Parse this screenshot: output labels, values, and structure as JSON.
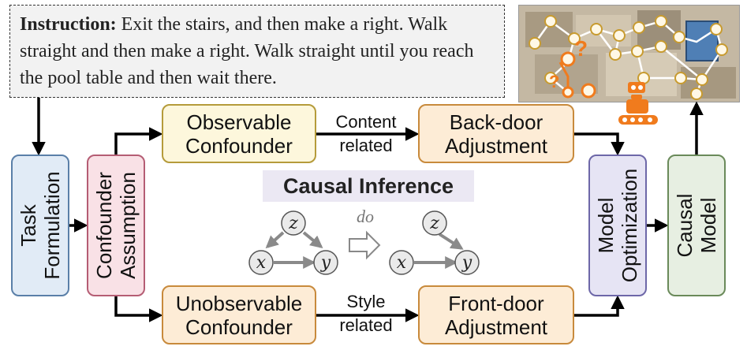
{
  "instruction": {
    "label": "Instruction:",
    "text": "Exit the stairs, and then make a right. Walk straight and then make a right. Walk straight until you reach the pool table and then wait there."
  },
  "boxes": {
    "observable": [
      "Observable",
      "Confounder"
    ],
    "back_door": [
      "Back-door",
      "Adjustment"
    ],
    "unobservable": [
      "Unobservable",
      "Confounder"
    ],
    "front_door": [
      "Front-door",
      "Adjustment"
    ],
    "task": [
      "Task",
      "Formulation"
    ],
    "confounder": [
      "Confounder",
      "Assumption"
    ],
    "optimization": [
      "Model",
      "Optimization"
    ],
    "causal_model": [
      "Causal",
      "Model"
    ]
  },
  "edge_labels": {
    "content": [
      "Content",
      "related"
    ],
    "style": [
      "Style",
      "related"
    ]
  },
  "causal_inference": {
    "title": "Causal Inference",
    "do": "do",
    "nodes": {
      "z": "z",
      "x": "x",
      "y": "y"
    }
  },
  "colors": {
    "orange_accent": "#f07b1d",
    "task_fill": "#e1ebf6",
    "assumption_fill": "#f9e1e6",
    "observable_fill": "#fdf7dc",
    "adjustment_fill": "#fdecd6",
    "optimization_fill": "#e6e4f4",
    "causal_model_fill": "#e7efe2"
  }
}
